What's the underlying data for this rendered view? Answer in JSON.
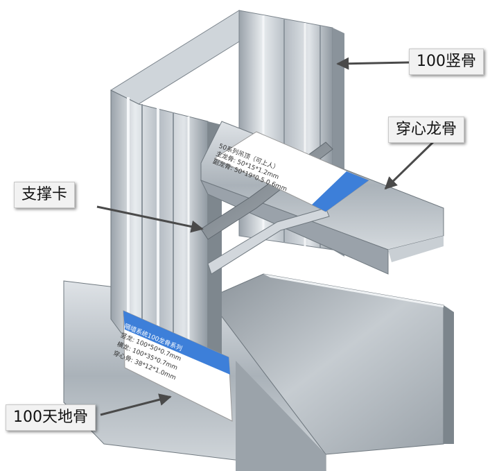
{
  "callouts": {
    "stud": "100竖骨",
    "channel": "穿心龙骨",
    "brace": "支撑卡",
    "track": "100天地骨"
  },
  "labels": {
    "top_label": {
      "lines": [
        "50系列吊顶（可上人）",
        "主龙骨: 50*15*1.2mm",
        "副龙骨: 50*19*0.5 0.6mm"
      ]
    },
    "bottom_label": {
      "lines": [
        "隔墙系统100龙骨系列",
        "竖龙: 100*50*0.7mm",
        "横龙: 100*35*0.7mm",
        "穿心骨: 38*12*1.0mm"
      ]
    }
  },
  "colors": {
    "background": "#ffffff",
    "metal_light": "#e4e8ec",
    "metal_mid": "#b9c0c7",
    "metal_dark": "#7f8890",
    "label_blue": "#3d7fd9",
    "callout_bg": "#f2f2f2",
    "arrow": "#4a4a4a"
  }
}
